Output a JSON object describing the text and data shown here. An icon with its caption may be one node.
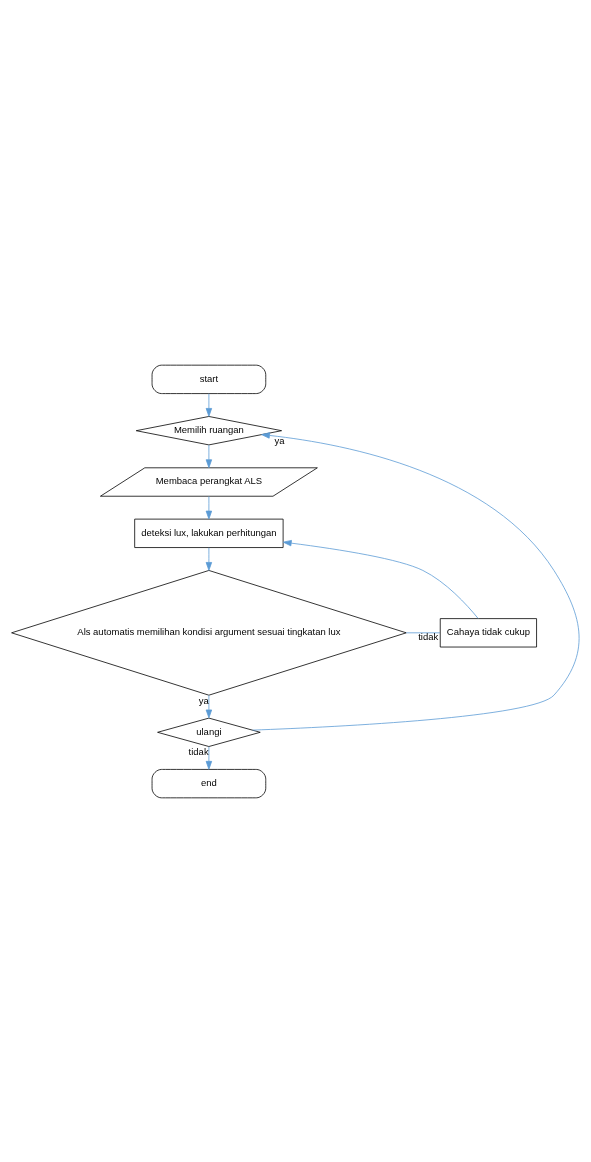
{
  "diagram": {
    "nodes": [
      {
        "text": [
          "start"
        ]
      },
      {
        "text": [
          "Memilih ruangan"
        ]
      },
      {
        "text": [
          "Membaca perangkat ALS"
        ]
      },
      {
        "text": [
          "deteksi lux, lakukan perhitungan"
        ]
      },
      {
        "text": [
          "Als automatis memilihan kondisi argument sesuai tingkatan lux"
        ]
      },
      {
        "text": [
          "Cahaya tidak cukup"
        ]
      },
      {
        "text": [
          "ulangi"
        ]
      },
      {
        "text": [
          "end"
        ]
      }
    ],
    "edges": [
      {
        "from": 0,
        "to": 1,
        "arrow": "to"
      },
      {
        "from": 1,
        "to": 2,
        "arrow": "to"
      },
      {
        "from": 2,
        "to": 3,
        "arrow": "to"
      },
      {
        "from": 3,
        "to": 4,
        "arrow": "to"
      },
      {
        "from": 4,
        "to": 5,
        "arrow": "none",
        "label": "tidak"
      },
      {
        "from": 5,
        "to": 3,
        "arrow": "to"
      },
      {
        "from": 4,
        "to": 6,
        "arrow": "to",
        "label": "ya"
      },
      {
        "from": 6,
        "to": 1,
        "arrow": "to",
        "label": "ya"
      },
      {
        "from": 6,
        "to": 7,
        "arrow": "to",
        "label": "tidak"
      }
    ]
  }
}
